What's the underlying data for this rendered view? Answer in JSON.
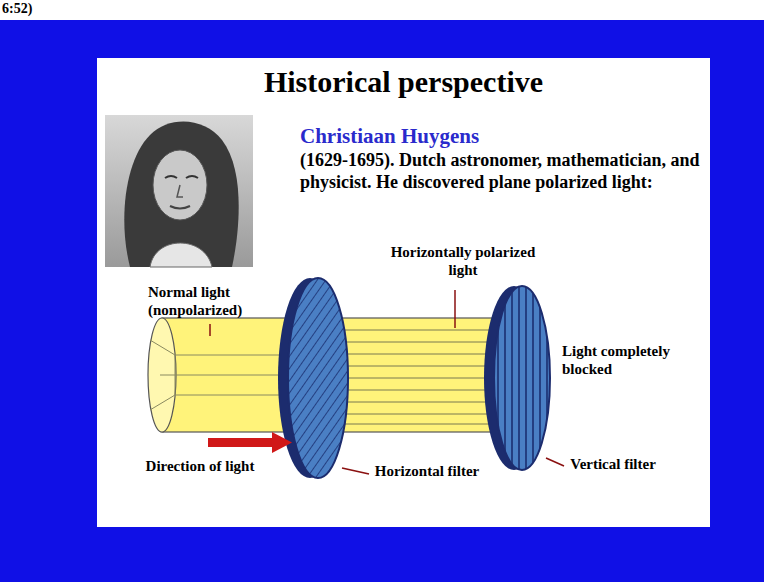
{
  "diagram": {
    "title": "Historical perspective",
    "labels": [
      "6:52)",
      "Christiaan Huygens",
      "(1629-1695). Dutch astronomer, mathematician, and physicist. He discovered plane polarized light:",
      "Normal light (nonpolarized)",
      "Horizontally polarized light",
      "Light completely blocked",
      "Horizontal filter",
      "Vertical filter",
      "Direction of light"
    ]
  }
}
